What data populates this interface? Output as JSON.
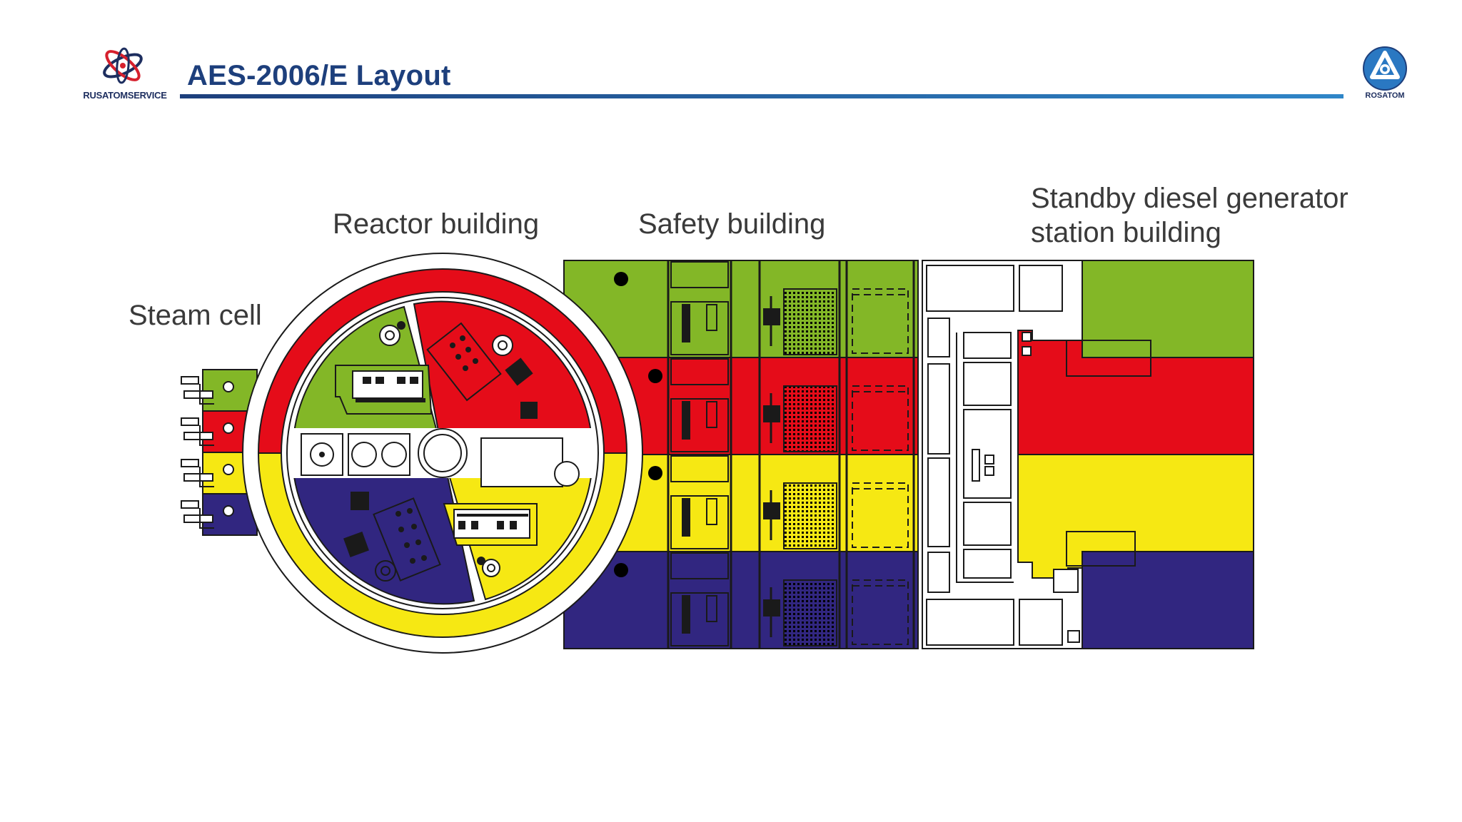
{
  "header": {
    "title": "AES-2006/E Layout",
    "logo_left_text": "RUSATOMSERVICE",
    "logo_right_text": "ROSATOM",
    "brand_color": "#1d3f7c"
  },
  "labels": {
    "steam_cell": "Steam cell",
    "reactor_building": "Reactor building",
    "safety_building": "Safety building",
    "diesel_line1": "Standby diesel generator",
    "diesel_line2": "station building"
  },
  "colors": {
    "train_green": "#83b727",
    "train_red": "#e50c19",
    "train_yellow": "#f6e813",
    "train_blue": "#312680",
    "outline": "#1a1a1a",
    "text": "#3a3a3a"
  }
}
